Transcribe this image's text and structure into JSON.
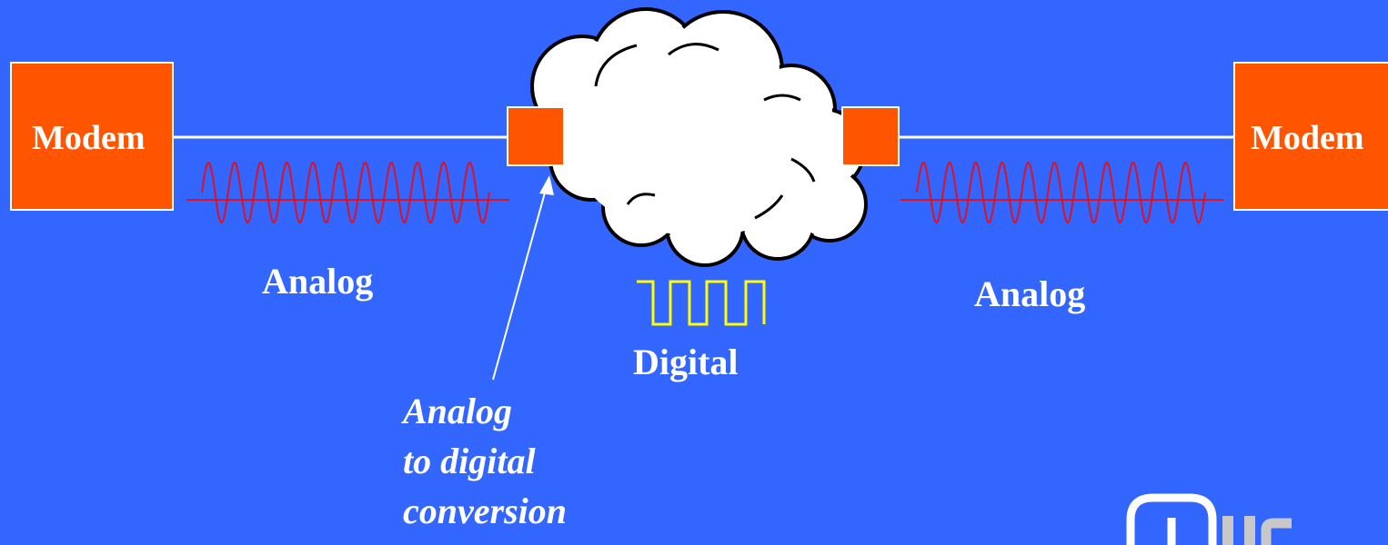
{
  "colors": {
    "background": "#3366FF",
    "modem_fill": "#FF5500",
    "line": "#FFFFFF",
    "analog_wave": "#DD1122",
    "digital_wave": "#FFFF00",
    "cloud_fill": "#FFFFFF",
    "cloud_stroke": "#000000"
  },
  "modems": {
    "left_label": "Modem",
    "right_label": "Modem"
  },
  "signals": {
    "left_label": "Analog",
    "right_label": "Analog",
    "digital_label": "Digital"
  },
  "annotation": {
    "lines": [
      "Analog",
      "to digital",
      "conversion"
    ]
  },
  "logo": {
    "icon": "company-logo"
  }
}
